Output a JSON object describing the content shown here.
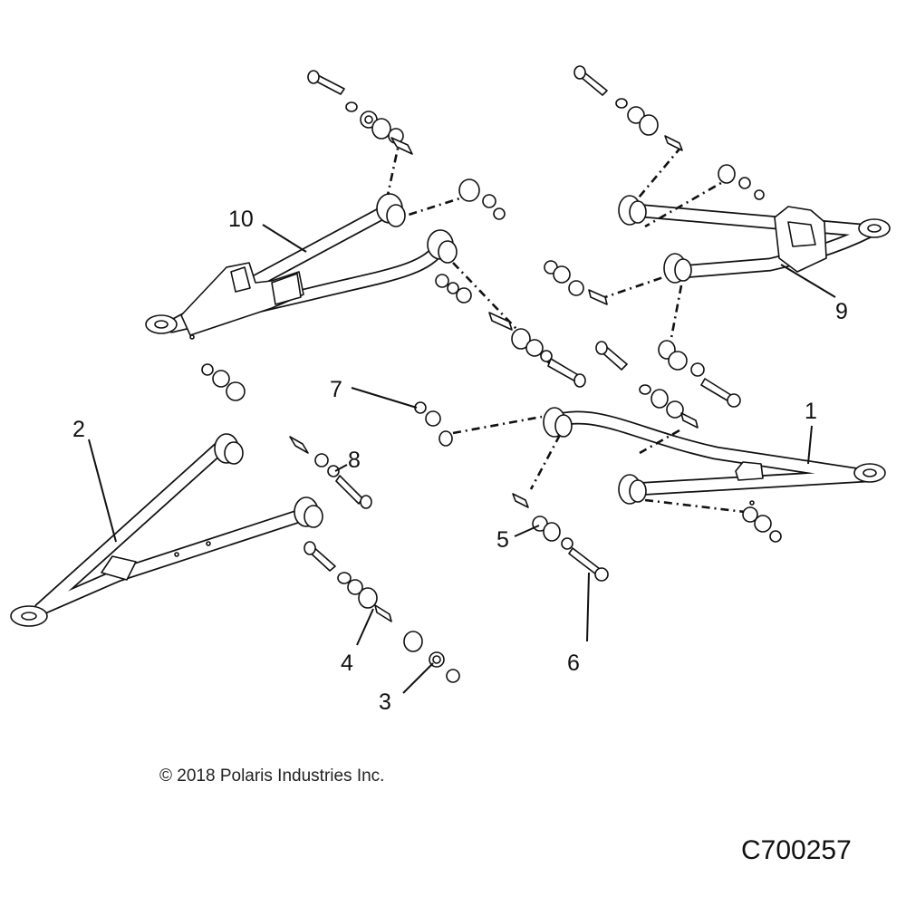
{
  "callouts": [
    {
      "id": "c1",
      "label": "1"
    },
    {
      "id": "c2",
      "label": "2"
    },
    {
      "id": "c3",
      "label": "3"
    },
    {
      "id": "c4",
      "label": "4"
    },
    {
      "id": "c5",
      "label": "5"
    },
    {
      "id": "c6",
      "label": "6"
    },
    {
      "id": "c7",
      "label": "7"
    },
    {
      "id": "c8",
      "label": "8"
    },
    {
      "id": "c9",
      "label": "9"
    },
    {
      "id": "c10",
      "label": "10"
    }
  ],
  "copyright": "© 2018 Polaris Industries Inc.",
  "figure_id": "C700257"
}
